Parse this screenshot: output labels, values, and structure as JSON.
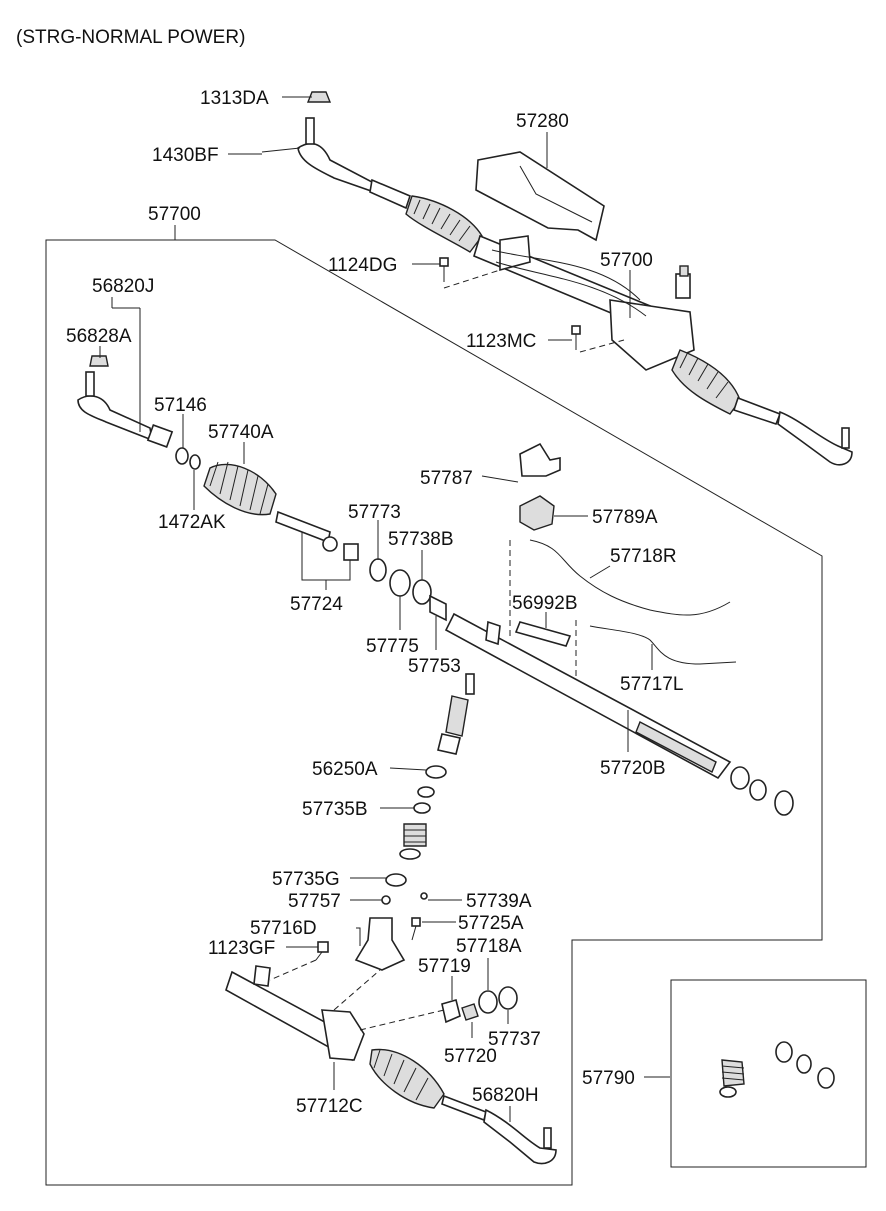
{
  "title": "(STRG-NORMAL POWER)",
  "labels": {
    "p1313DA": "1313DA",
    "p1430BF": "1430BF",
    "p57280": "57280",
    "p57700_top": "57700",
    "p1124DG": "1124DG",
    "p57700_right": "57700",
    "p56820J": "56820J",
    "p56828A": "56828A",
    "p1123MC": "1123MC",
    "p57146": "57146",
    "p57740A": "57740A",
    "p57787": "57787",
    "p57789A": "57789A",
    "p1472AK": "1472AK",
    "p57773": "57773",
    "p57738B": "57738B",
    "p57718R": "57718R",
    "p56992B": "56992B",
    "p57724": "57724",
    "p57775": "57775",
    "p57753": "57753",
    "p57717L": "57717L",
    "p56250A": "56250A",
    "p57720B": "57720B",
    "p57735B": "57735B",
    "p57735G": "57735G",
    "p57757": "57757",
    "p57739A": "57739A",
    "p57716D": "57716D",
    "p57725A": "57725A",
    "p1123GF": "1123GF",
    "p57718A": "57718A",
    "p57719": "57719",
    "p57737": "57737",
    "p57720": "57720",
    "p57790": "57790",
    "p56820H": "56820H",
    "p57712C": "57712C"
  }
}
